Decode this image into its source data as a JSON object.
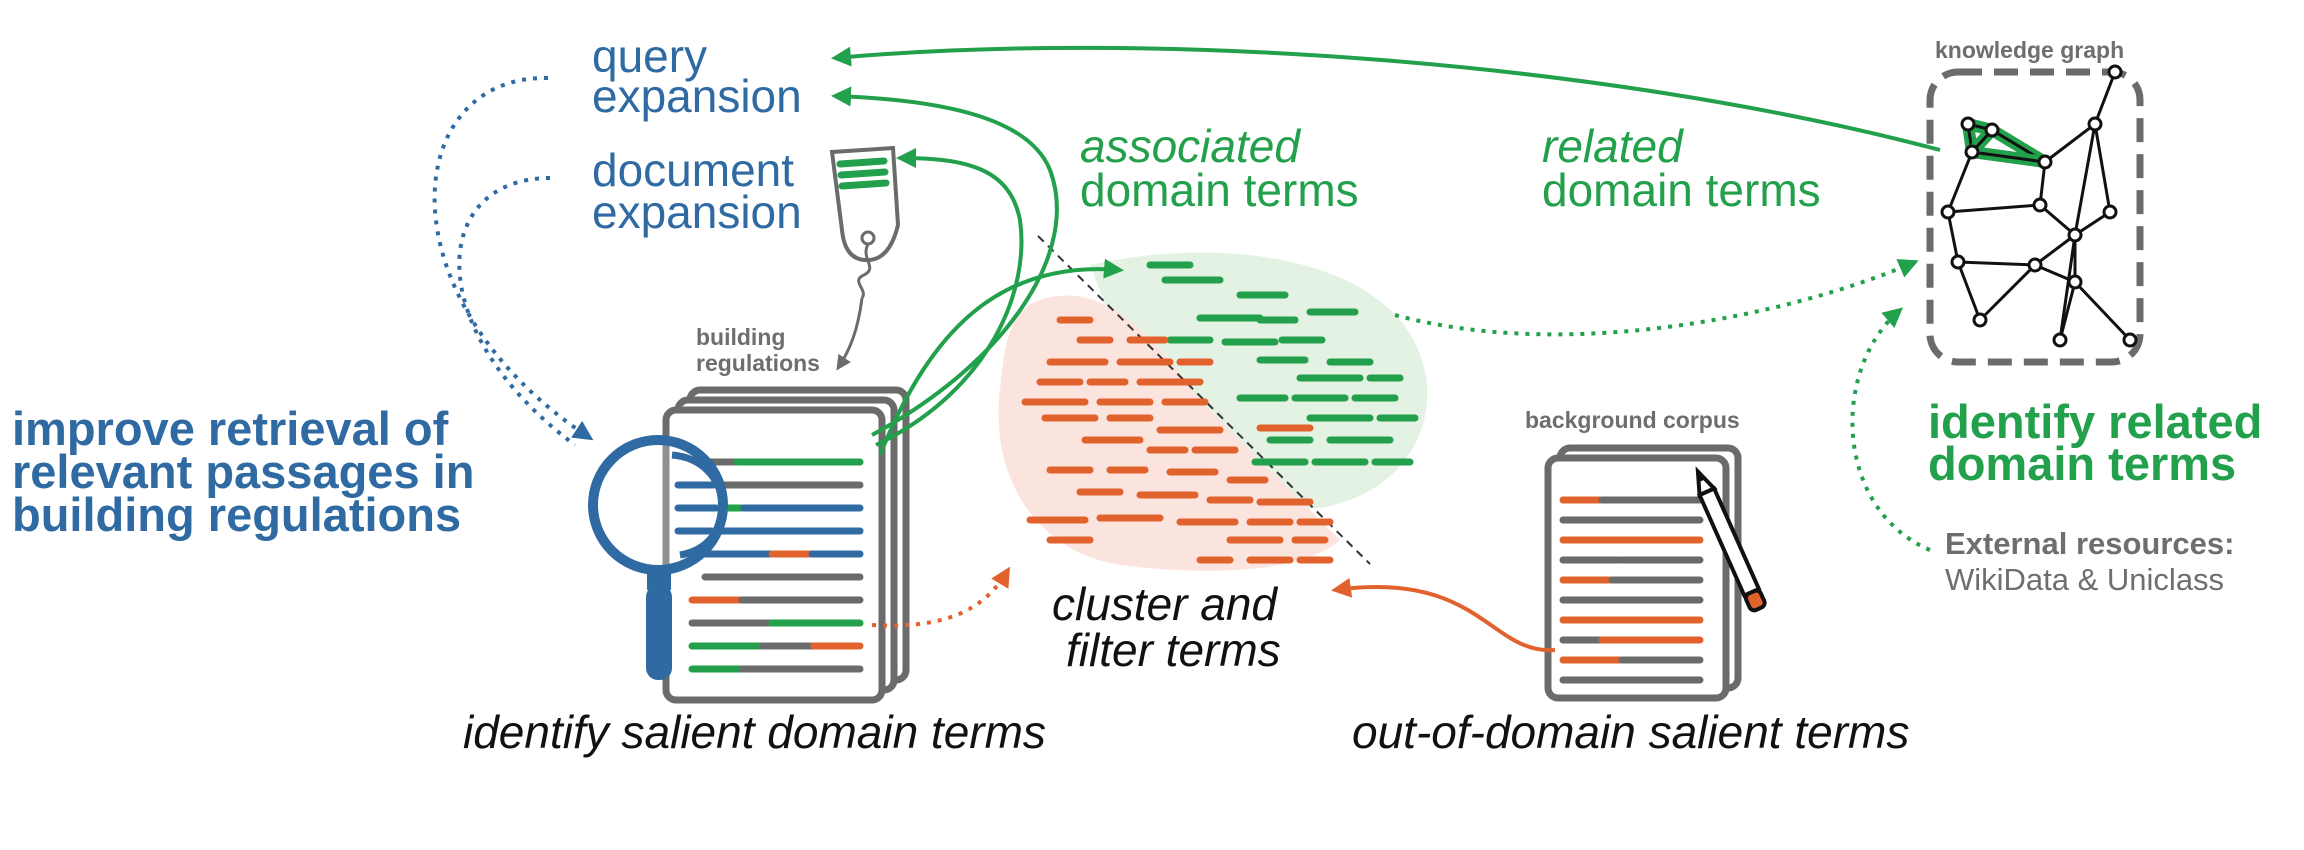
{
  "colors": {
    "blue": "#2f6aa3",
    "green": "#22a04b",
    "orange": "#e2622e",
    "gray": "#6b6b6b",
    "dark": "#111111",
    "red_blob": "#fbe4dd",
    "green_blob": "#e4f2e4"
  },
  "labels": {
    "query_expansion_line1": "query",
    "query_expansion_line2": "expansion",
    "document_expansion_line1": "document",
    "document_expansion_line2": "expansion",
    "associated_line1": "associated",
    "associated_line2": "domain terms",
    "related_line1": "related",
    "related_line2": "domain terms",
    "knowledge_graph": "knowledge graph",
    "building_regulations_line1": "building",
    "building_regulations_line2": "regulations",
    "improve_line1": "improve retrieval of",
    "improve_line2": "relevant passages in",
    "improve_line3": "building regulations",
    "identify_related_line1": "identify related",
    "identify_related_line2": "domain terms",
    "external_resources_line1": "External resources:",
    "external_resources_line2": "WikiData & Uniclass",
    "background_corpus": "background corpus",
    "cluster_line1": "cluster and",
    "cluster_line2": "filter terms",
    "identify_salient": "identify salient domain terms",
    "out_of_domain": "out-of-domain salient terms"
  },
  "icons": [
    "magnifier-icon",
    "tag-icon",
    "pencil-icon",
    "knowledge-graph-icon",
    "document-stack-icon"
  ]
}
